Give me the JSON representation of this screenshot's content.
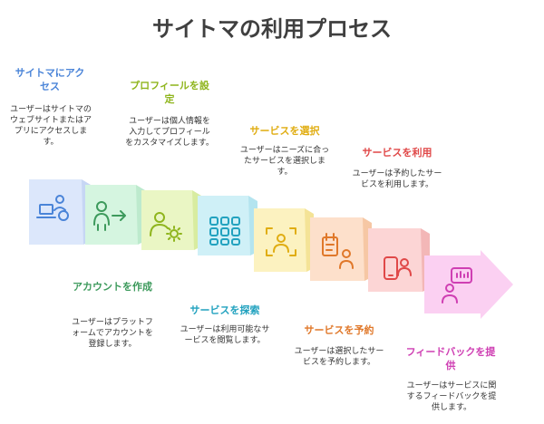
{
  "title": "サイトマの利用プロセス",
  "steps": [
    {
      "title": "サイトマにアクセス",
      "desc": "ユーザーはサイトマのウェブサイトまたはアプリにアクセスします。",
      "color": "#4a84d8",
      "fill": "#dce7fb",
      "icon": "laptop-user-icon"
    },
    {
      "title": "アカウントを作成",
      "desc": "ユーザーはプラットフォームでアカウントを登録します。",
      "color": "#3d9a5c",
      "fill": "#d5f5e0",
      "icon": "user-arrow-icon"
    },
    {
      "title": "プロフィールを設定",
      "desc": "ユーザーは個人情報を入力してプロフィールをカスタマイズします。",
      "color": "#8fb51d",
      "fill": "#eaf6c4",
      "icon": "user-gear-icon"
    },
    {
      "title": "サービスを探索",
      "desc": "ユーザーは利用可能なサービスを閲覧します。",
      "color": "#22a2bf",
      "fill": "#cff0f7",
      "icon": "grid-icon"
    },
    {
      "title": "サービスを選択",
      "desc": "ユーザーはニーズに合ったサービスを選択します。",
      "color": "#e0ad12",
      "fill": "#fcf2c0",
      "icon": "select-user-icon"
    },
    {
      "title": "サービスを予約",
      "desc": "ユーザーは選択したサービスを予約します。",
      "color": "#e0782a",
      "fill": "#fde0cb",
      "icon": "calendar-user-icon"
    },
    {
      "title": "サービスを利用",
      "desc": "ユーザーは予約したサービスを利用します。",
      "color": "#e04848",
      "fill": "#fcd5d5",
      "icon": "phone-user-icon"
    },
    {
      "title": "フィードバックを提供",
      "desc": "ユーザーはサービスに関するフィードバックを提供します。",
      "color": "#cf3fb3",
      "fill": "#fbd0f2",
      "icon": "feedback-icon"
    }
  ]
}
